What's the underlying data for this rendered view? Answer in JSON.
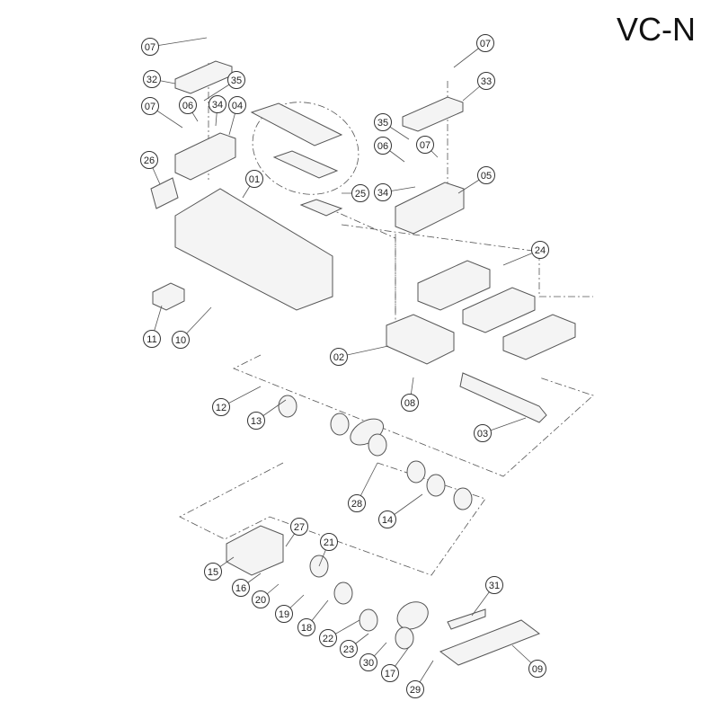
{
  "title": "VC-N",
  "callouts": [
    "07",
    "32",
    "35",
    "07",
    "06",
    "34",
    "04",
    "26",
    "01",
    "25",
    "11",
    "10",
    "07",
    "33",
    "35",
    "06",
    "07",
    "34",
    "05",
    "24",
    "02",
    "08",
    "12",
    "13",
    "03",
    "28",
    "14",
    "27",
    "21",
    "15",
    "16",
    "20",
    "19",
    "18",
    "22",
    "23",
    "30",
    "17",
    "29",
    "31",
    "09"
  ],
  "colors": {
    "line": "#555555",
    "part_fill": "#f4f4f4",
    "text": "#222222"
  }
}
